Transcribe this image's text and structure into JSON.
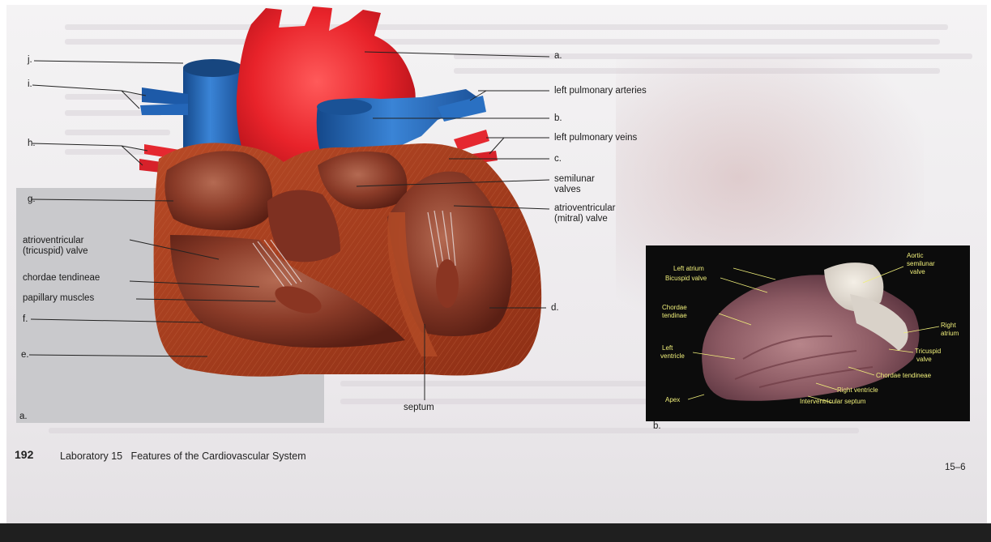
{
  "figure_a": {
    "panel_letter": "a.",
    "right_labels": {
      "a": "a.",
      "left_pulmonary_arteries": "left pulmonary arteries",
      "b": "b.",
      "left_pulmonary_veins": "left pulmonary veins",
      "c": "c.",
      "semilunar_valves_1": "semilunar",
      "semilunar_valves_2": "valves",
      "av_mitral_1": "atrioventricular",
      "av_mitral_2": "(mitral) valve",
      "d": "d."
    },
    "left_labels": {
      "j": "j.",
      "i": "i.",
      "h": "h.",
      "g": "g.",
      "av_tricuspid_1": "atrioventricular",
      "av_tricuspid_2": "(tricuspid) valve",
      "chordae": "chordae tendineae",
      "papillary": "papillary muscles",
      "f": "f.",
      "e": "e."
    },
    "bottom_label": "septum"
  },
  "figure_b": {
    "panel_letter": "b.",
    "labels": {
      "left_atrium": "Left atrium",
      "bicuspid_valve": "Bicuspid valve",
      "chordae_1": "Chordae",
      "chordae_2": "tendinae",
      "left_ventricle_1": "Left",
      "left_ventricle_2": "ventricle",
      "apex": "Apex",
      "aortic_1": "Aortic",
      "aortic_2": "semilunar",
      "aortic_3": "valve",
      "right_atrium_1": "Right",
      "right_atrium_2": "atrium",
      "tricuspid_1": "Tricuspid",
      "tricuspid_2": "valve",
      "chordae_tendineae": "Chordae tendineae",
      "right_ventricle": "Right ventricle",
      "interventricular_septum": "Interventricular septum"
    }
  },
  "footer": {
    "page_number": "192",
    "running_title": "Laboratory 15   Features of the Cardiovascular System",
    "section_number": "15–6"
  },
  "colors": {
    "artery_red": "#e8232a",
    "vein_blue": "#1f63b4",
    "myocardium": "#a3381b",
    "chamber": "#7a3324",
    "photo_label_yellow": "#f0ef7a"
  }
}
